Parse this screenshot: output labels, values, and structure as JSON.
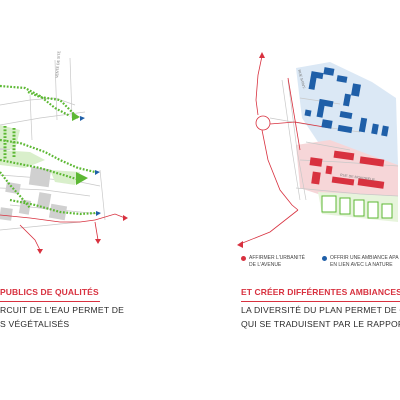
{
  "left_panel": {
    "road_label": "VENTE DE SITE",
    "heading": "PUBLICS DE QUALITÉS",
    "text_lines": [
      "RCUIT DE L'EAU PERMET DE",
      "S VÉGÉTALISÉS"
    ]
  },
  "right_panel": {
    "road_label_top": "RUE SAINT-",
    "road_label_bottom": "RUE DE MONTREUIL",
    "heading": "ET CRÉER DIFFÉRENTES AMBIANCES",
    "text_lines": [
      "LA DIVERSITÉ DU PLAN PERMET DE CRÉ",
      "QUI SE TRADUISENT PAR LE RAPPORT A"
    ],
    "legend": [
      {
        "lines": [
          "AFFIRMER L'URBANITÉ",
          "DE L'AVENUE"
        ],
        "color": "#d8313f"
      },
      {
        "lines": [
          "OFFRIR UNE AMBIANCE APA",
          "EN LIEN AVEC LA NATURE"
        ],
        "color": "#1f5fa8"
      }
    ]
  },
  "colors": {
    "accent_red": "#d8313f",
    "building_blue": "#1f5fa8",
    "zone_blue": "#dbe8f5",
    "zone_red": "#f6d6d8",
    "green_path": "#5cb833",
    "building_grey": "#d0d0d0",
    "road_line": "#c8c8c8"
  }
}
